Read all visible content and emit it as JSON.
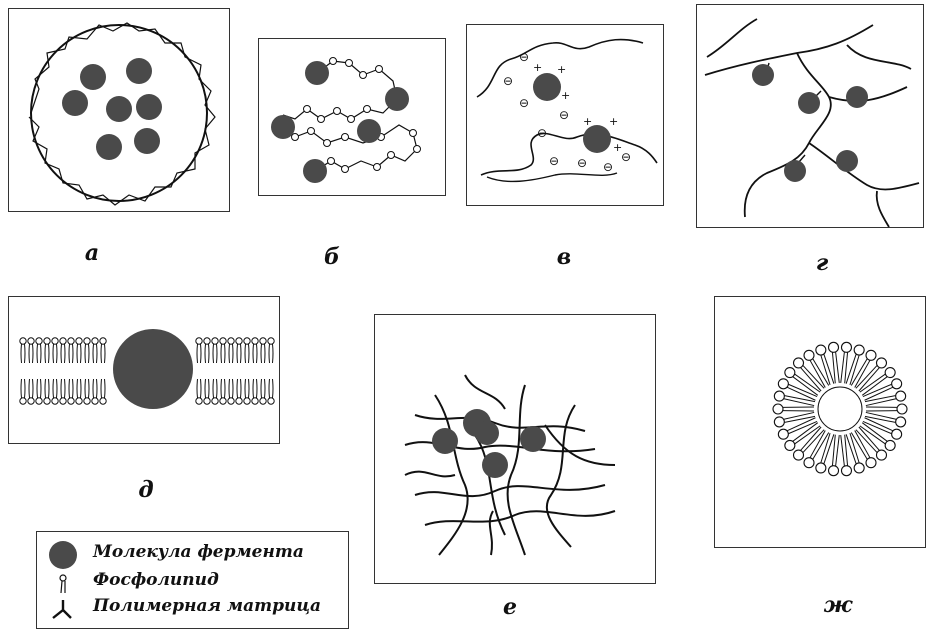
{
  "captions": {
    "a": "а",
    "b": "б",
    "v": "в",
    "g": "г",
    "d": "д",
    "e": "е",
    "zh": "ж"
  },
  "legend": {
    "enzyme": "Молекула фермента",
    "phospholipid": "Фосфолипид",
    "polymer_matrix": "Полимерная матрица"
  },
  "charges": {
    "negative": "⊖",
    "positive": "+"
  },
  "colors": {
    "enzyme_fill": "#4a4a4a",
    "line": "#111111",
    "background": "#ffffff"
  }
}
